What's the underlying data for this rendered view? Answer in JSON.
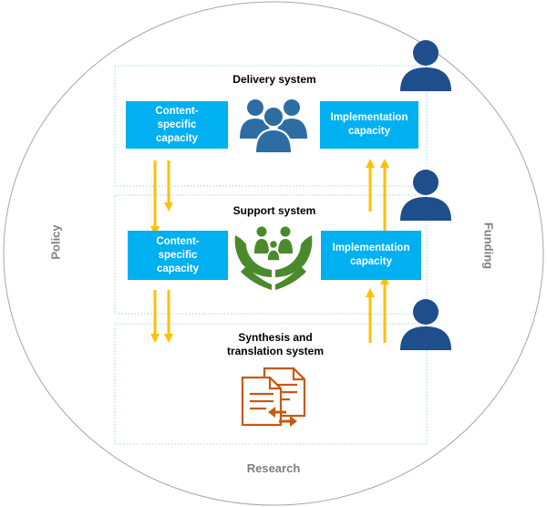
{
  "outer_labels": {
    "left": "Policy",
    "right": "Funding",
    "bottom": "Research"
  },
  "delivery": {
    "title": "Delivery system",
    "content_box": "Content-\nspecific\ncapacity",
    "implementation_box": "Implementation\ncapacity",
    "icon": "people-group-icon"
  },
  "support": {
    "title": "Support system",
    "content_box": "Content-\nspecific\ncapacity",
    "implementation_box": "Implementation\ncapacity",
    "icon": "hands-family-icon"
  },
  "synthesis": {
    "title": "Synthesis and\ntranslation system",
    "icon": "documents-exchange-icon"
  },
  "colors": {
    "box_blue": "#00b0f0",
    "person_blue": "#1f4e8c",
    "people_blue": "#2e6da4",
    "arrow_yellow": "#ffc000",
    "hands_green": "#4a8a2c",
    "doc_orange": "#c55a11",
    "circle_gray": "#a6a6a6",
    "border_dotted": "#9fd6ea"
  }
}
